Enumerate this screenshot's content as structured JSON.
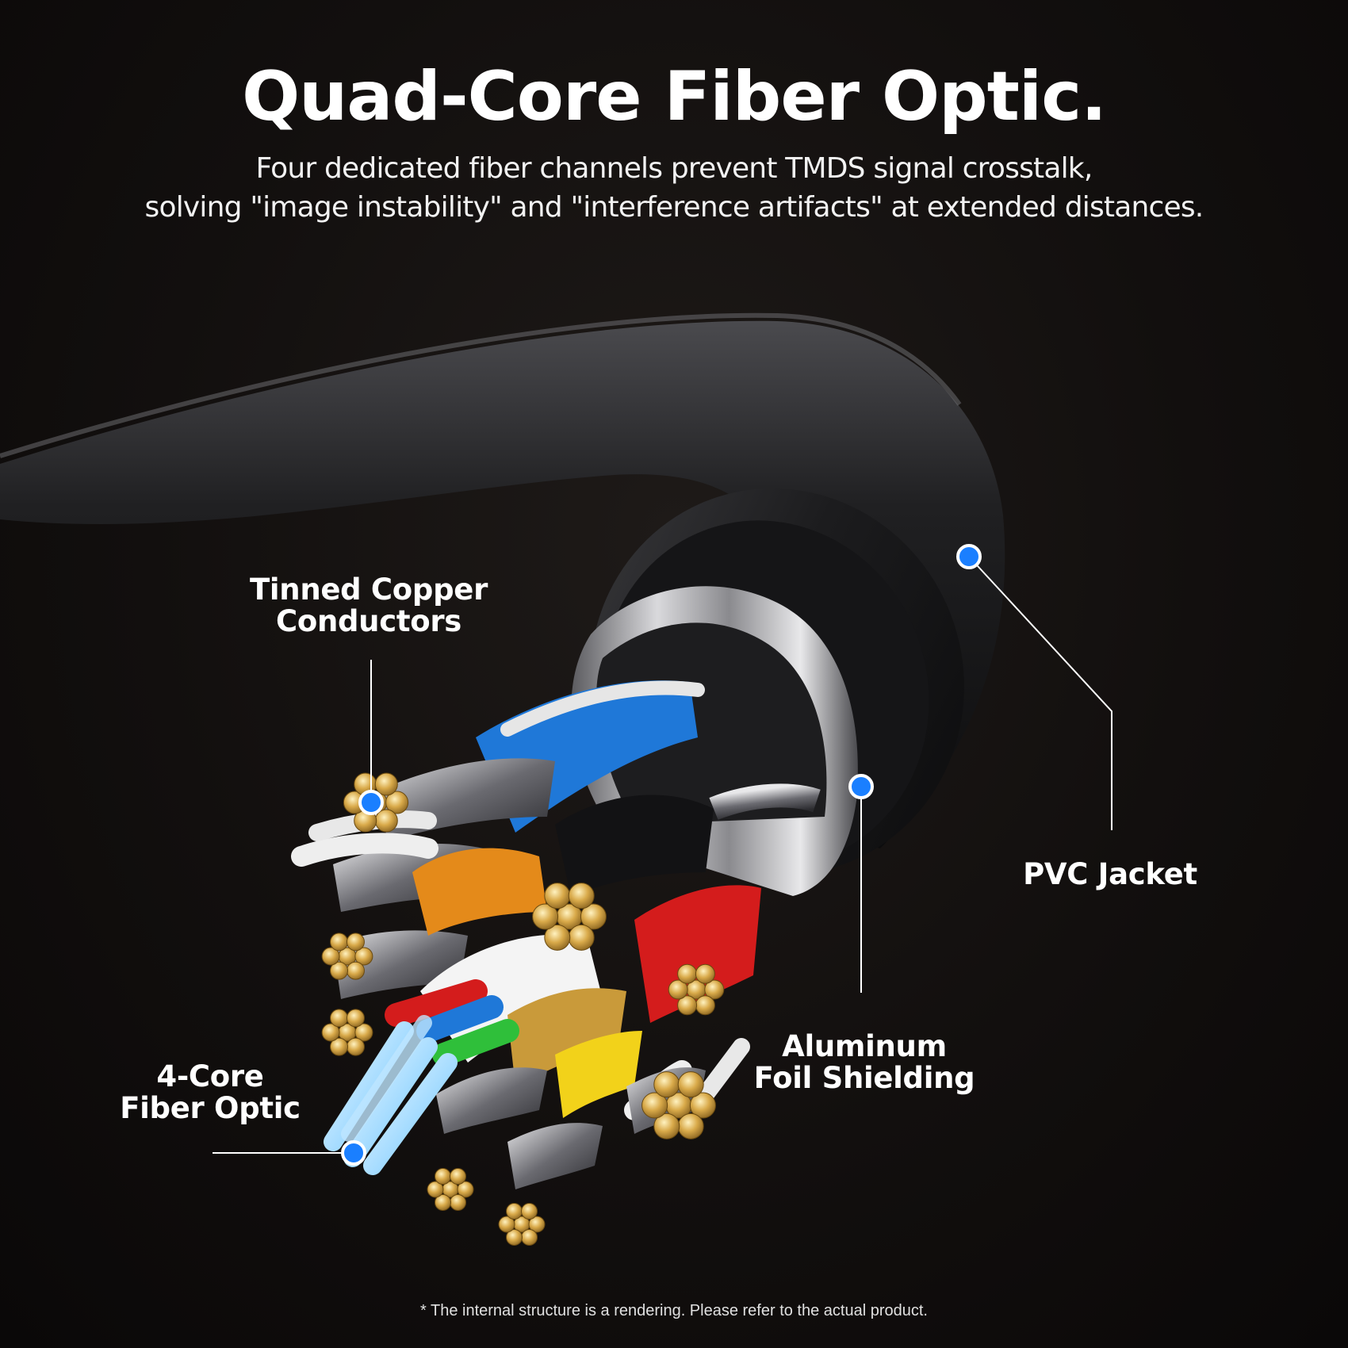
{
  "header": {
    "title": "Quad-Core Fiber Optic.",
    "subtitle_line1": "Four dedicated fiber channels prevent TMDS signal crosstalk,",
    "subtitle_line2": "solving \"image instability\" and \"interference artifacts\" at extended distances."
  },
  "callouts": {
    "copper": {
      "line1": "Tinned Copper",
      "line2": "Conductors"
    },
    "fiber": {
      "line1": "4-Core",
      "line2": "Fiber Optic"
    },
    "foil": {
      "line1": "Aluminum",
      "line2": "Foil Shielding"
    },
    "jacket": {
      "line1": "PVC Jacket"
    }
  },
  "footnote": "*  The internal structure is a rendering. Please refer to the actual product.",
  "colors": {
    "marker": "#1a7fff",
    "jacket": "#1b1b1d",
    "copper": "#d4a84a"
  }
}
